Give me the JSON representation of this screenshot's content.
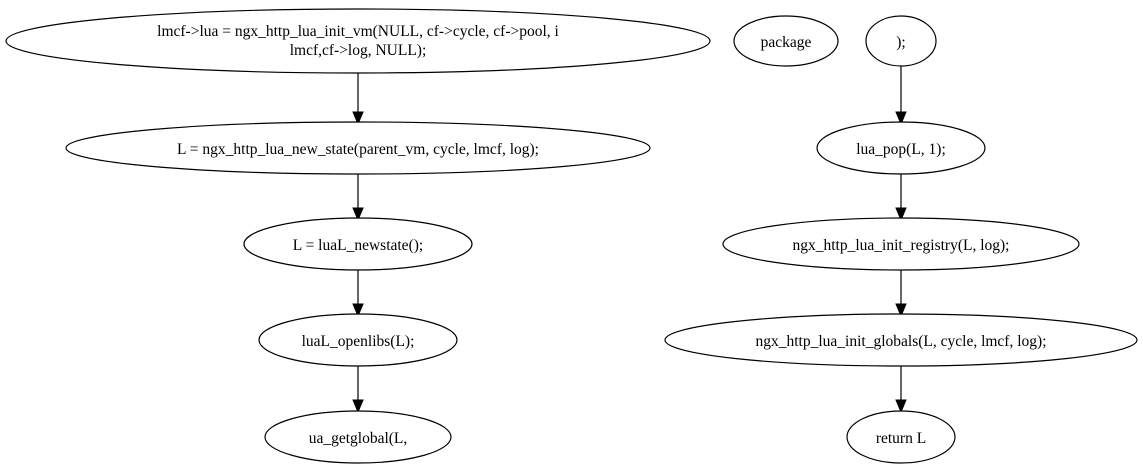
{
  "diagram": {
    "nodes": {
      "init_vm": {
        "line1": "lmcf->lua = ngx_http_lua_init_vm(NULL, cf->cycle, cf->pool, i",
        "line2": "lmcf,cf->log, NULL);"
      },
      "new_state": {
        "label": "L = ngx_http_lua_new_state(parent_vm, cycle, lmcf, log);"
      },
      "newstate": {
        "label": "L = luaL_newstate();"
      },
      "openlibs": {
        "label": "luaL_openlibs(L);"
      },
      "getglobal": {
        "label": "ua_getglobal(L,"
      },
      "package": {
        "label": "package"
      },
      "close_paren": {
        "label": ");"
      },
      "lua_pop": {
        "label": "lua_pop(L, 1);"
      },
      "init_registry": {
        "label": "ngx_http_lua_init_registry(L, log);"
      },
      "init_globals": {
        "label": "ngx_http_lua_init_globals(L, cycle, lmcf, log);"
      },
      "return_l": {
        "label": "return L"
      }
    },
    "edges": [
      {
        "from": "init_vm",
        "to": "new_state"
      },
      {
        "from": "new_state",
        "to": "newstate"
      },
      {
        "from": "newstate",
        "to": "openlibs"
      },
      {
        "from": "openlibs",
        "to": "getglobal"
      },
      {
        "from": "close_paren",
        "to": "lua_pop"
      },
      {
        "from": "lua_pop",
        "to": "init_registry"
      },
      {
        "from": "init_registry",
        "to": "init_globals"
      },
      {
        "from": "init_globals",
        "to": "return_l"
      }
    ]
  }
}
